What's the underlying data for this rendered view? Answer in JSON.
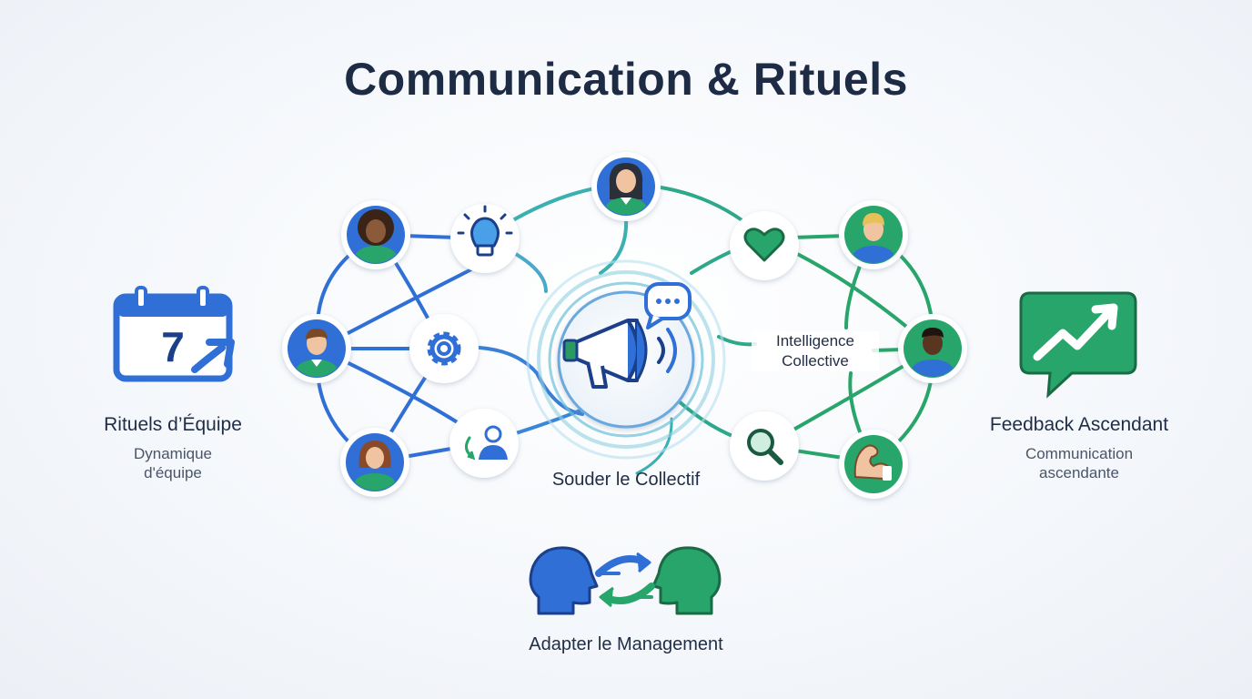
{
  "title": "Communication & Rituels",
  "left_block": {
    "calendar_number": "7",
    "title": "Rituels d’Équipe",
    "subtitle_line1": "Dynamique",
    "subtitle_line2": "d'équipe"
  },
  "right_block": {
    "title": "Feedback Ascendant",
    "subtitle_line1": "Communication",
    "subtitle_line2": "ascendante"
  },
  "center": {
    "label": "Souder le Collectif",
    "intelligence_line1": "Intelligence",
    "intelligence_line2": "Collective"
  },
  "bottom": {
    "label": "Adapter le Management"
  },
  "colors": {
    "blue": "#2f6fd6",
    "green": "#1f9a5e",
    "teal": "#3ab5a0",
    "title": "#1d2b45"
  },
  "nodes": [
    {
      "name": "avatar-top",
      "icon": "person-woman-icon"
    },
    {
      "name": "avatar-left-top",
      "icon": "person-woman-curly-icon"
    },
    {
      "name": "avatar-left-middle",
      "icon": "person-man-icon"
    },
    {
      "name": "avatar-left-bottom",
      "icon": "person-woman-icon"
    },
    {
      "name": "lightbulb-node",
      "icon": "lightbulb-icon"
    },
    {
      "name": "gear-node",
      "icon": "gear-icon"
    },
    {
      "name": "team-sync-node",
      "icon": "team-sync-icon"
    },
    {
      "name": "heart-node",
      "icon": "heart-icon"
    },
    {
      "name": "magnifier-node",
      "icon": "magnifier-icon"
    },
    {
      "name": "avatar-right-top",
      "icon": "person-man-blond-icon"
    },
    {
      "name": "avatar-right-middle",
      "icon": "person-man-dark-icon"
    },
    {
      "name": "strength-node",
      "icon": "flexed-arm-icon"
    }
  ]
}
